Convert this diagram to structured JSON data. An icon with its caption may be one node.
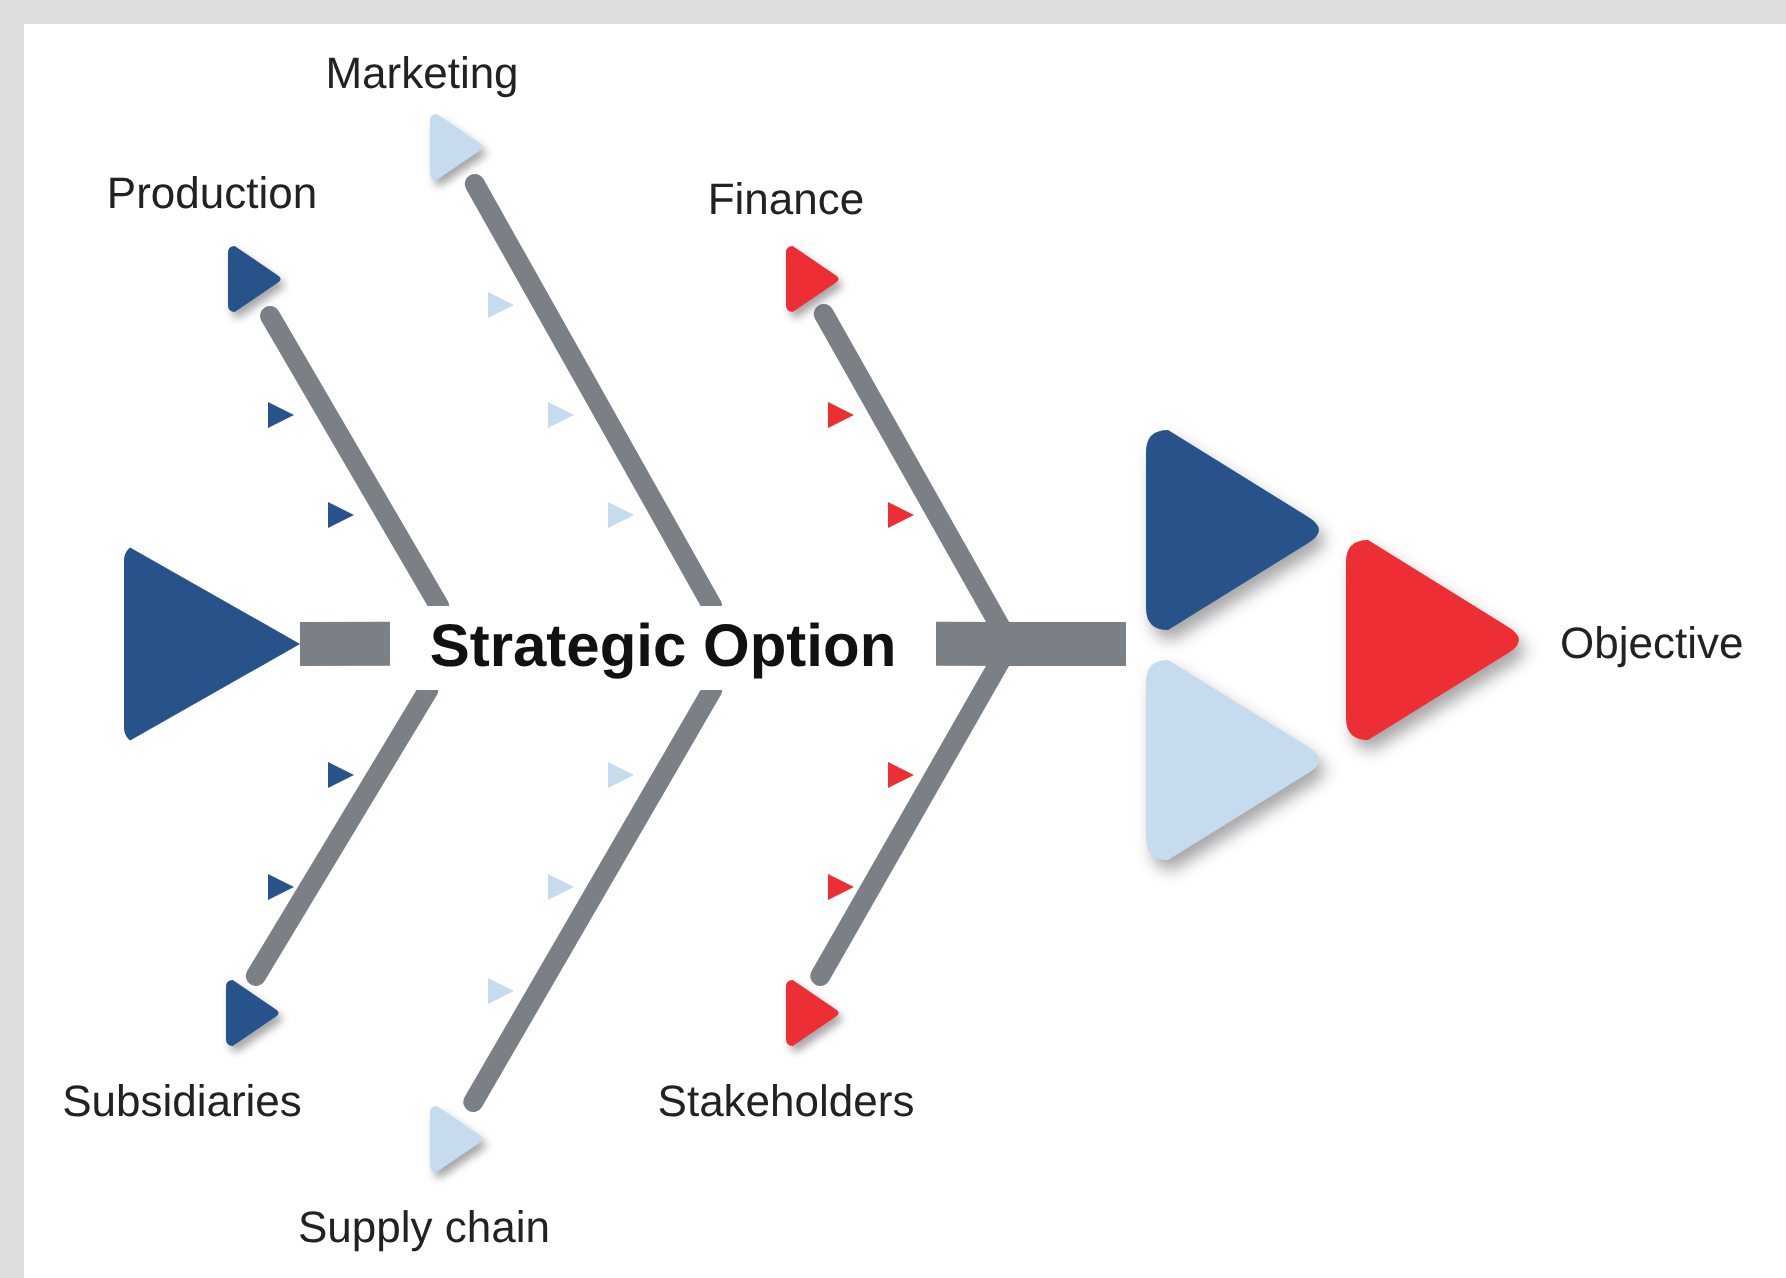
{
  "diagram": {
    "nodes": [
      {
        "text": [
          "Production"
        ]
      },
      {
        "text": [
          "Marketing"
        ]
      },
      {
        "text": [
          "Finance"
        ]
      },
      {
        "text": [],
        "shape": "triangle"
      },
      {
        "text": [
          "Strategic Option"
        ]
      },
      {
        "text": [
          "Objective"
        ]
      },
      {
        "text": [
          "Subsidiaries"
        ]
      },
      {
        "text": [
          "Supply chain"
        ]
      },
      {
        "text": [
          "Stakeholders"
        ]
      }
    ],
    "edges": [
      {
        "from": 0,
        "to": 4,
        "arrow": "none"
      },
      {
        "from": 1,
        "to": 4,
        "arrow": "none"
      },
      {
        "from": 2,
        "to": 4,
        "arrow": "none"
      },
      {
        "from": 6,
        "to": 4,
        "arrow": "none"
      },
      {
        "from": 7,
        "to": 4,
        "arrow": "none"
      },
      {
        "from": 8,
        "to": 4,
        "arrow": "none"
      },
      {
        "from": 3,
        "to": 4,
        "arrow": "none",
        "style": "thick"
      },
      {
        "from": 4,
        "to": null,
        "arrow": "none",
        "style": "thick"
      }
    ]
  }
}
